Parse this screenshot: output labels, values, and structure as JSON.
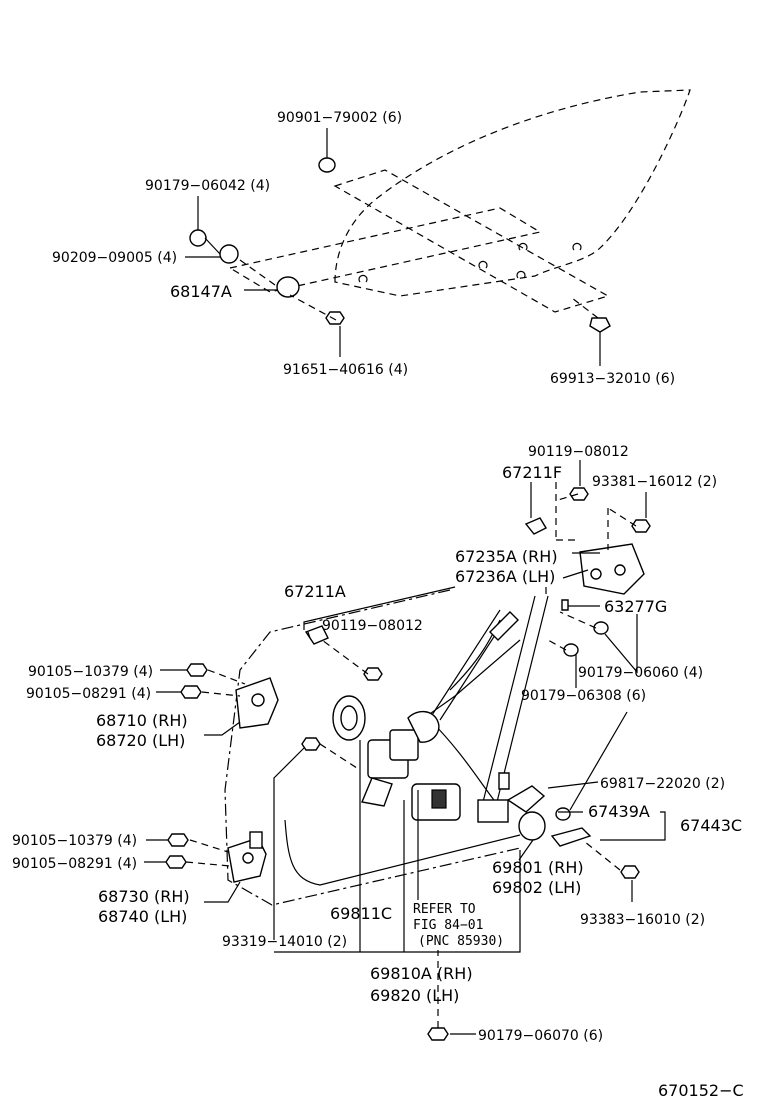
{
  "labels": {
    "p1": "90901−79002 (6)",
    "p2": "90179−06042 (4)",
    "p3": "90209−09005 (4)",
    "p4": "68147A",
    "p5": "91651−40616 (4)",
    "p6": "69913−32010 (6)",
    "p7": "90119−08012",
    "p8": "67211F",
    "p9": "93381−16012 (2)",
    "p10": "67235A (RH)",
    "p11": "67236A (LH)",
    "p12": "67211A",
    "p13": "63277G",
    "p14": "90119−08012",
    "p15": "90105−10379 (4)",
    "p16": "90179−06060 (4)",
    "p17": "90105−08291 (4)",
    "p18": "90179−06308 (6)",
    "p19": "68710 (RH)",
    "p20": "68720 (LH)",
    "p21": "69817−22020 (2)",
    "p22": "67439A",
    "p23": "67443C",
    "p24": "90105−10379 (4)",
    "p25": "90105−08291 (4)",
    "p26": "69801 (RH)",
    "p27": "69802 (LH)",
    "p28": "68730 (RH)",
    "p29": "68740 (LH)",
    "p30": "69811C",
    "p31": "REFER TO",
    "p32": "FIG 84−01",
    "p33": "(PNC 85930)",
    "p34": "93383−16010 (2)",
    "p35": "93319−14010 (2)",
    "p36": "69810A (RH)",
    "p37": "69820  (LH)",
    "p38": "90179−06070 (6)",
    "p39": "670152−C"
  }
}
